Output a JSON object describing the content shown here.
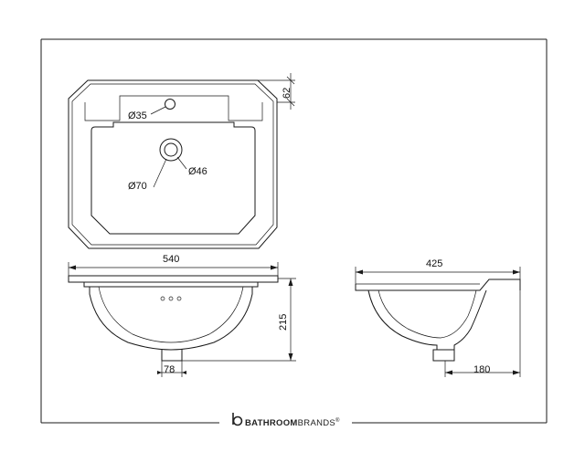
{
  "drawing": {
    "top_view": {
      "tap_hole_label": "Ø35",
      "waste_outer_label": "Ø70",
      "waste_inner_label": "Ø46",
      "rim_depth_label": "62"
    },
    "front_view": {
      "width_label": "540",
      "height_label": "215",
      "waste_offset_label": "78"
    },
    "side_view": {
      "depth_label": "425",
      "waste_offset_label": "180"
    }
  },
  "brand": {
    "name_bold": "BATHROOM",
    "name_light": "BRANDS",
    "mark": "®",
    "logo_icon": "b-logo-icon"
  }
}
